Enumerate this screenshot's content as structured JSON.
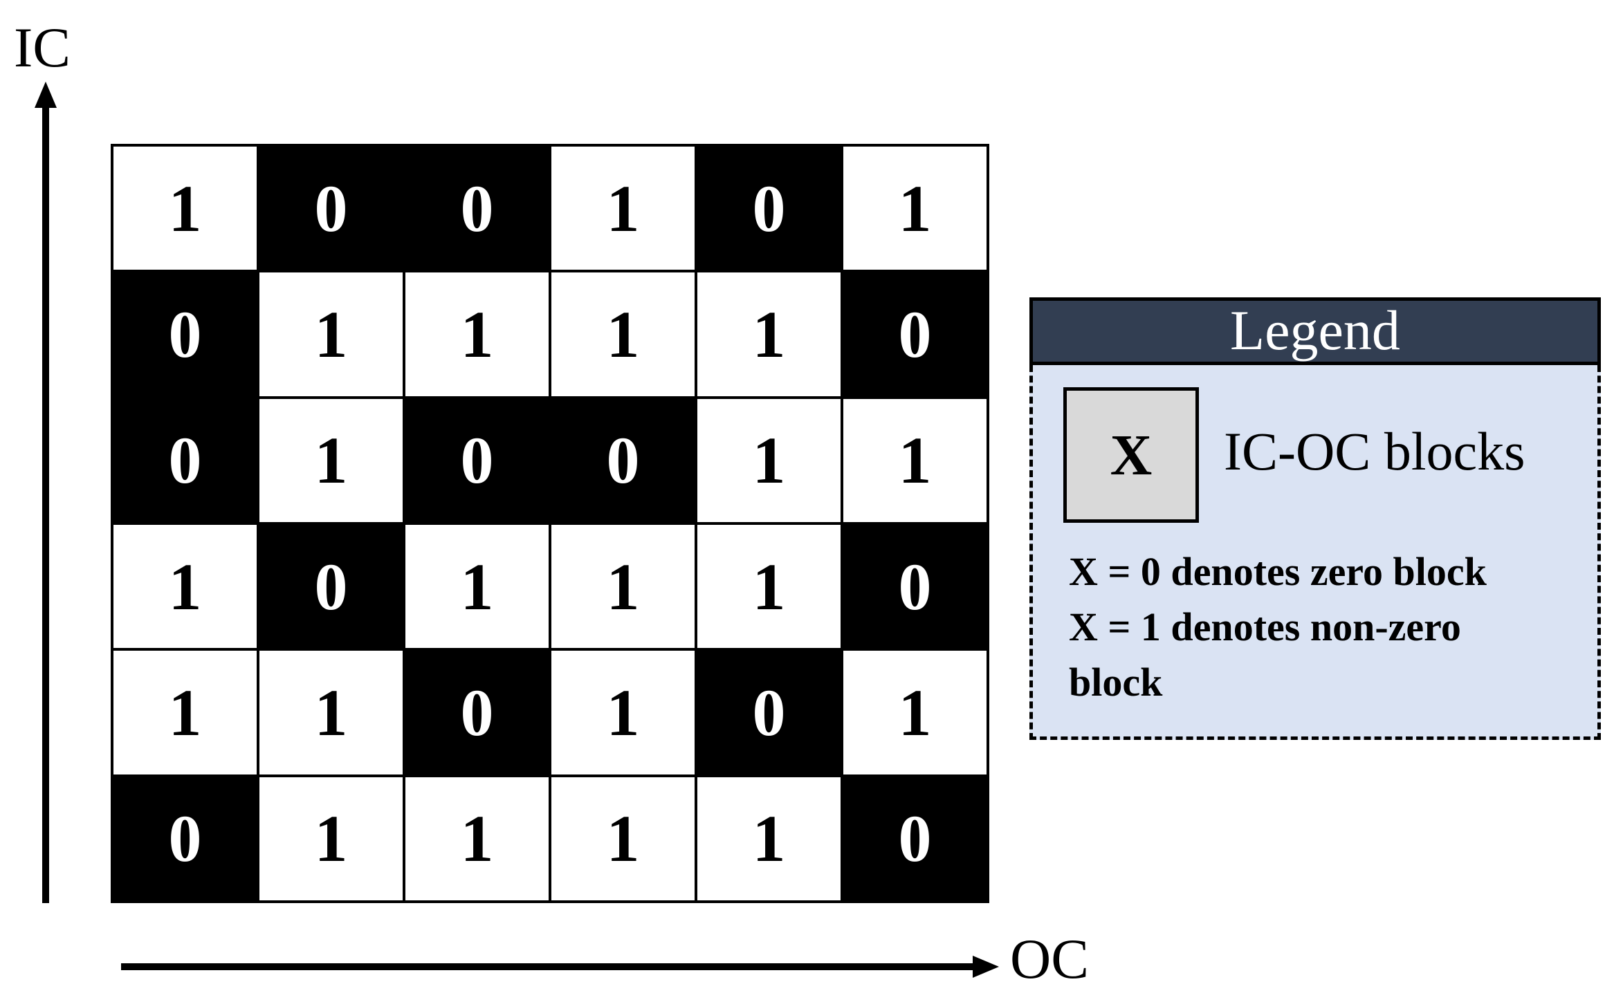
{
  "axes": {
    "y_label": "IC",
    "x_label": "OC"
  },
  "grid": {
    "rows": [
      [
        "1",
        "0",
        "0",
        "1",
        "0",
        "1"
      ],
      [
        "0",
        "1",
        "1",
        "1",
        "1",
        "0"
      ],
      [
        "0",
        "1",
        "0",
        "0",
        "1",
        "1"
      ],
      [
        "1",
        "0",
        "1",
        "1",
        "1",
        "0"
      ],
      [
        "1",
        "1",
        "0",
        "1",
        "0",
        "1"
      ],
      [
        "0",
        "1",
        "1",
        "1",
        "1",
        "0"
      ]
    ]
  },
  "legend": {
    "title": "Legend",
    "swatch_symbol": "X",
    "swatch_label": "IC-OC blocks",
    "desc_zero": "X = 0 denotes zero block",
    "desc_nonzero": "X = 1 denotes non-zero",
    "desc_nonzero_cont": "block"
  },
  "colors": {
    "zero_block": "#000000",
    "nonzero_block": "#ffffff",
    "legend_header": "#323e52",
    "legend_body": "#dae3f3",
    "legend_swatch": "#d9d9d9"
  }
}
